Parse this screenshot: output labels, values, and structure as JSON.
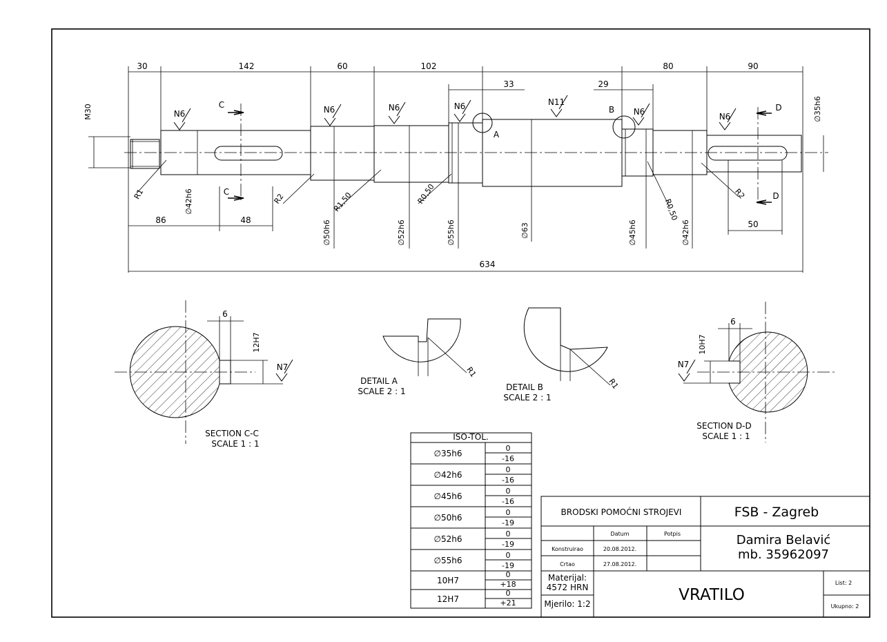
{
  "dimensions": {
    "d30": "30",
    "d142": "142",
    "d60": "60",
    "d102": "102",
    "d33": "33",
    "d29": "29",
    "d80": "80",
    "d90": "90",
    "d86": "86",
    "d48": "48",
    "d50": "50",
    "d634": "634",
    "m30": "M30",
    "d35h6": "∅35h6",
    "d42h6_left": "∅42h6",
    "d50h6": "∅50h6",
    "d52h6": "∅52h6",
    "d55h6": "∅55h6",
    "d63": "∅63",
    "d45h6": "∅45h6",
    "d42h6_right": "∅42h6",
    "r1": "R1",
    "r2_left": "R2",
    "r1_50": "R1,50",
    "r0_50_left": "R0,50",
    "r0_50_right": "R0,50",
    "r2_right": "R2",
    "d6_left": "6",
    "d12h7": "12H7",
    "d6_right": "6",
    "d10h7": "10H7",
    "r1_detail_a": "R1",
    "r1_detail_b": "R1"
  },
  "surface": {
    "n6_1": "N6",
    "n6_2": "N6",
    "n6_3": "N6",
    "n6_4": "N6",
    "n11": "N11",
    "n6_5": "N6",
    "n6_6": "N6",
    "n7_left": "N7",
    "n7_right": "N7"
  },
  "markers": {
    "c_top": "C",
    "c_bottom": "C",
    "d_top": "D",
    "d_bottom": "D",
    "a": "A",
    "b": "B"
  },
  "views": {
    "section_cc_title": "SECTION C-C",
    "section_cc_scale": "SCALE 1 : 1",
    "detail_a_title": "DETAIL A",
    "detail_a_scale": "SCALE 2 : 1",
    "detail_b_title": "DETAIL B",
    "detail_b_scale": "SCALE 2 : 1",
    "section_dd_title": "SECTION D-D",
    "section_dd_scale": "SCALE 1 : 1"
  },
  "tolerance_table": {
    "header": "ISO-TOL.",
    "rows": [
      {
        "fit": "∅35h6",
        "upper": "0",
        "lower": "-16"
      },
      {
        "fit": "∅42h6",
        "upper": "0",
        "lower": "-16"
      },
      {
        "fit": "∅45h6",
        "upper": "0",
        "lower": "-16"
      },
      {
        "fit": "∅50h6",
        "upper": "0",
        "lower": "-19"
      },
      {
        "fit": "∅52h6",
        "upper": "0",
        "lower": "-19"
      },
      {
        "fit": "∅55h6",
        "upper": "0",
        "lower": "-19"
      },
      {
        "fit": "10H7",
        "upper": "0",
        "lower": "+18"
      },
      {
        "fit": "12H7",
        "upper": "0",
        "lower": "+21"
      }
    ]
  },
  "title_block": {
    "course": "BRODSKI POMOĆNI STROJEVI",
    "institution": "FSB - Zagreb",
    "datum_label": "Datum",
    "potpis_label": "Potpis",
    "konstruirao_label": "Konstruirao",
    "konstruirao_date": "20.08.2012.",
    "crtao_label": "Crtao",
    "crtao_date": "27.08.2012.",
    "author": "Damira Belavić",
    "student_no": "mb. 35962097",
    "material_label": "Materijal:",
    "material_value": "4572 HRN",
    "scale": "Mjerilo: 1:2",
    "drawing_title": "VRATILO",
    "sheet": "List: 2",
    "total": "Ukupno: 2"
  }
}
